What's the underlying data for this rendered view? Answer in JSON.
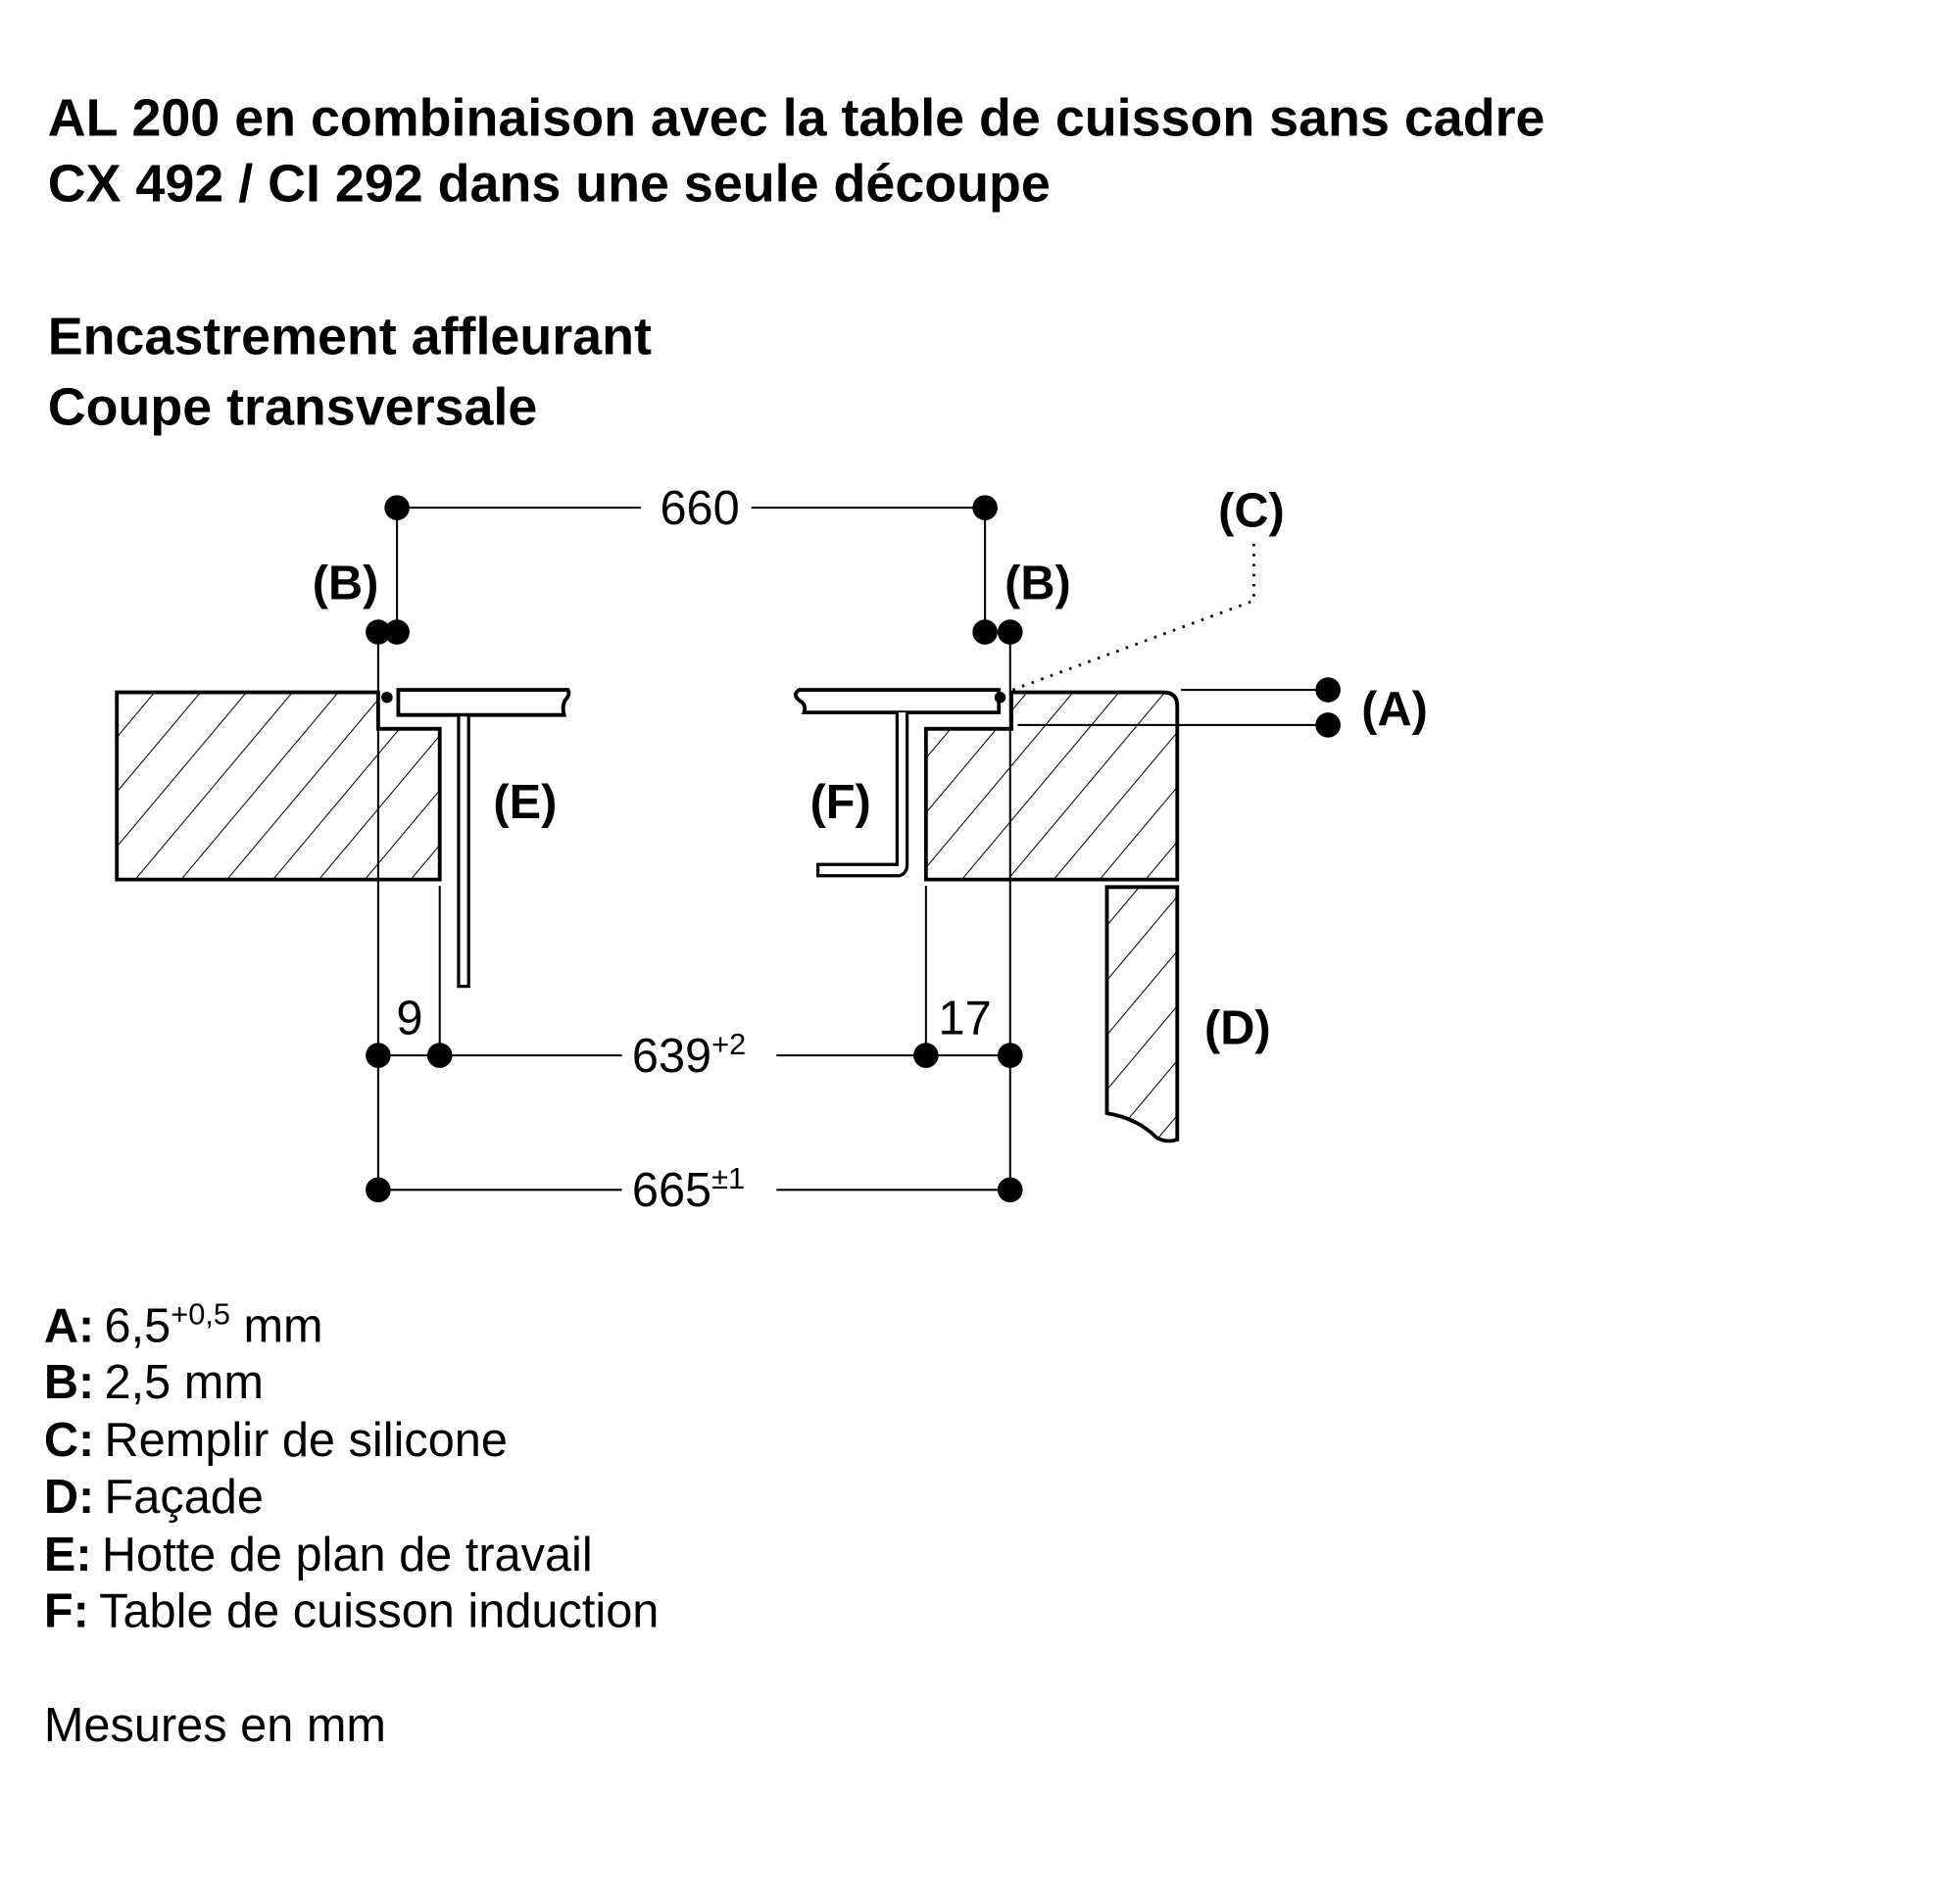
{
  "title": {
    "line1": "AL 200 en combinaison avec la table de cuisson sans cadre",
    "line2": "CX 492 / CI 292 dans une seule découpe"
  },
  "subtitle": {
    "line1": "Encastrement affleurant",
    "line2": "Coupe transversale"
  },
  "diagram": {
    "labels": {
      "A": "(A)",
      "B_left": "(B)",
      "B_right": "(B)",
      "C": "(C)",
      "D": "(D)",
      "E": "(E)",
      "F": "(F)"
    },
    "dimensions": {
      "top": "660",
      "gap_left": "9",
      "gap_right": "17",
      "inner": "639",
      "inner_tol": "+2",
      "outer": "665",
      "outer_tol": "±1"
    }
  },
  "legend": [
    {
      "key": "A:",
      "value": "6,5",
      "sup": "+0,5",
      "unit": " mm"
    },
    {
      "key": "B:",
      "value": "2,5 mm"
    },
    {
      "key": "C:",
      "value": "Remplir de silicone"
    },
    {
      "key": "D:",
      "value": "Façade"
    },
    {
      "key": "E:",
      "value": "Hotte de plan de travail"
    },
    {
      "key": "F:",
      "value": "Table de cuisson induction"
    }
  ],
  "note": "Mesures en mm"
}
